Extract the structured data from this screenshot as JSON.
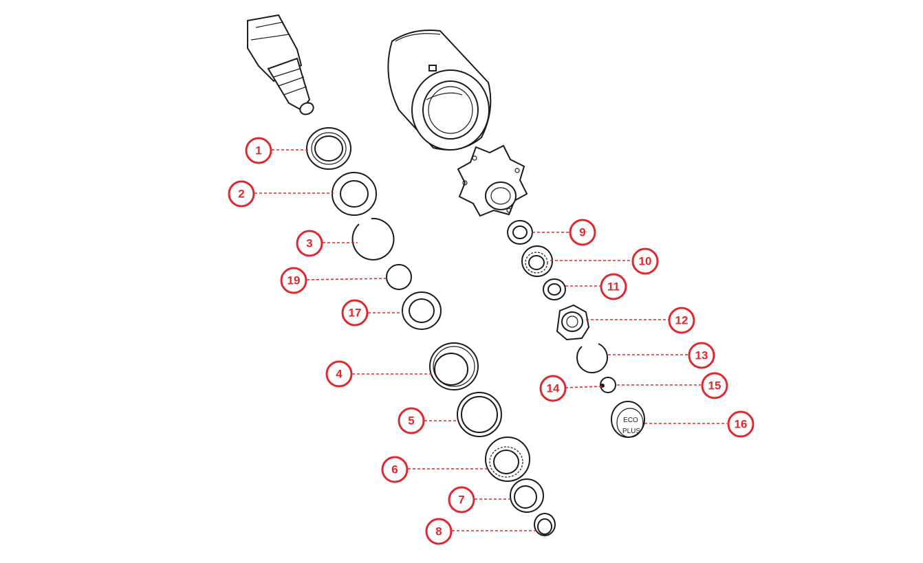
{
  "accent_color": "#e1262d",
  "line_color": "#1a1a1a",
  "callouts": [
    {
      "id": "1",
      "label": "1"
    },
    {
      "id": "2",
      "label": "2"
    },
    {
      "id": "3",
      "label": "3"
    },
    {
      "id": "19",
      "label": "19"
    },
    {
      "id": "17",
      "label": "17"
    },
    {
      "id": "4",
      "label": "4"
    },
    {
      "id": "5",
      "label": "5"
    },
    {
      "id": "6",
      "label": "6"
    },
    {
      "id": "7",
      "label": "7"
    },
    {
      "id": "8",
      "label": "8"
    },
    {
      "id": "9",
      "label": "9"
    },
    {
      "id": "10",
      "label": "10"
    },
    {
      "id": "11",
      "label": "11"
    },
    {
      "id": "12",
      "label": "12"
    },
    {
      "id": "13",
      "label": "13"
    },
    {
      "id": "14",
      "label": "14"
    },
    {
      "id": "15",
      "label": "15"
    },
    {
      "id": "16",
      "label": "16"
    }
  ],
  "hub_cap": {
    "line1": "ECO",
    "line2": "PLUS"
  }
}
